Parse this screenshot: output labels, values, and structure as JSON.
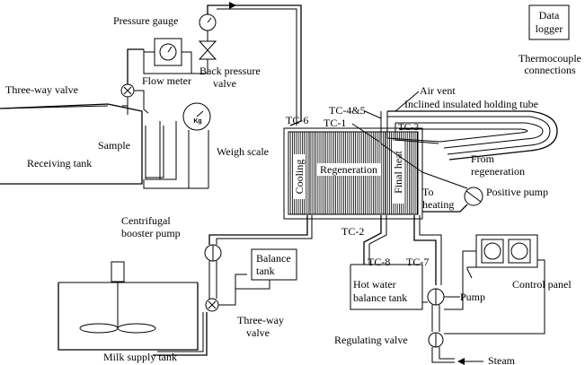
{
  "labels": {
    "data_logger_line1": "Data",
    "data_logger_line2": "logger",
    "thermocouple_line1": "Thermocouple",
    "thermocouple_line2": "connections",
    "pressure_gauge": "Pressure gauge",
    "flow_meter": "Flow meter",
    "back_pressure_line1": "Back pressure",
    "back_pressure_line2": "valve",
    "three_way_valve_top": "Three-way valve",
    "sample": "Sample",
    "receiving_tank": "Receiving tank",
    "weigh_scale": "Weigh scale",
    "scale_kg": "Kg",
    "tc6": "TC-6",
    "tc45": "TC-4&5",
    "tc1": "TC-1",
    "tc3": "TC-3",
    "tc2": "TC-2",
    "tc8": "TC-8",
    "tc7": "TC-7",
    "air_vent": "Air vent",
    "holding_tube": "Inclined insulated holding tube",
    "cooling": "Cooling",
    "regeneration": "Regeneration",
    "final_heat": "Final heat",
    "from_regen_line1": "From",
    "from_regen_line2": "regeneration",
    "to_heating_line1": "To",
    "to_heating_line2": "heating",
    "positive_pump": "Positive pump",
    "centrifugal_line1": "Centrifugal",
    "centrifugal_line2": "booster pump",
    "balance_tank_line1": "Balance",
    "balance_tank_line2": "tank",
    "hot_water_line1": "Hot water",
    "hot_water_line2": "balance tank",
    "pump": "Pump",
    "control_panel": "Control panel",
    "three_way_valve_bottom_line1": "Three-way",
    "three_way_valve_bottom_line2": "valve",
    "regulating_valve": "Regulating valve",
    "milk_supply_tank": "Milk supply tank",
    "steam": "Steam"
  }
}
